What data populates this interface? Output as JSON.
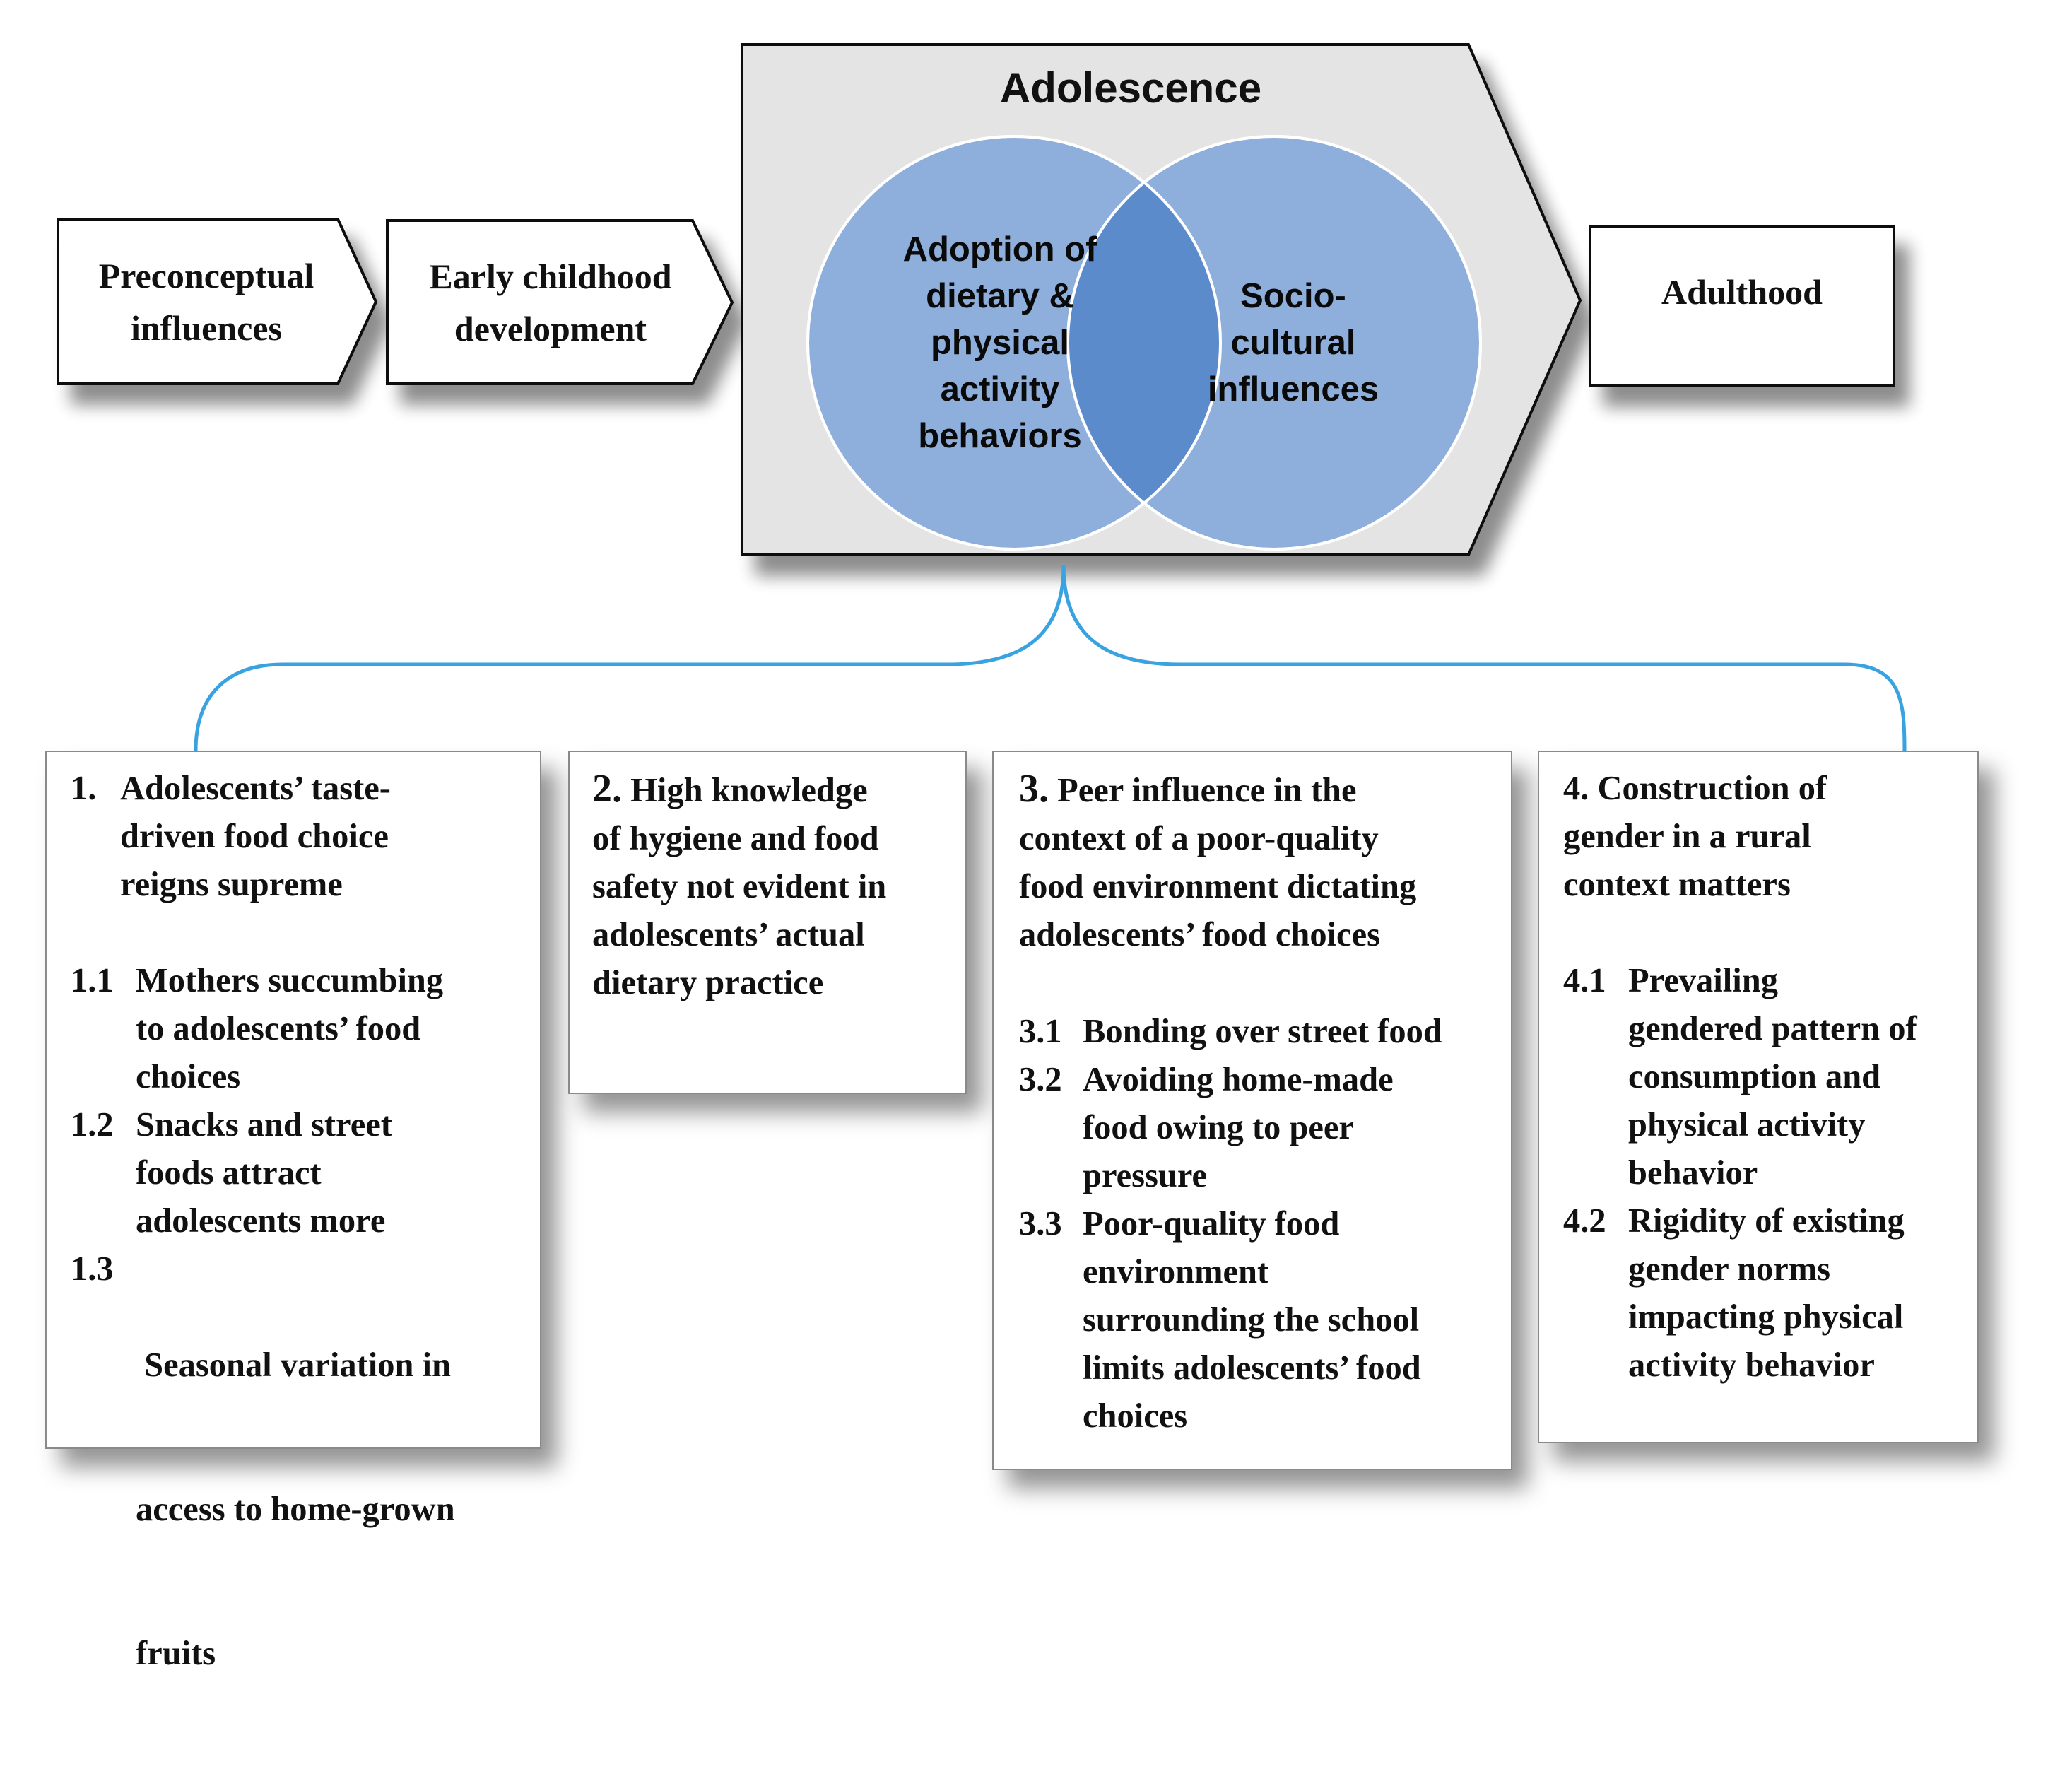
{
  "stages": {
    "preconceptual": [
      "Preconceptual",
      "influences"
    ],
    "early_childhood": [
      "Early childhood",
      "development"
    ],
    "adolescence_title": "Adolescence",
    "adulthood": "Adulthood"
  },
  "circles": {
    "left": [
      "Adoption of",
      "dietary &",
      "physical",
      "activity",
      "behaviors"
    ],
    "right": [
      "Socio-",
      "cultural",
      "influences"
    ]
  },
  "colors": {
    "circle_fill": "#8eaedc",
    "circle_overlap": "#5b8bcb",
    "circle_stroke": "#ffffff",
    "adolescence_fill": "#e4e4e4",
    "brace_line": "#39a2e0"
  },
  "themes": [
    {
      "number": "1.",
      "title": [
        "Adolescents’ taste-",
        "driven food choice",
        "reigns supreme"
      ],
      "subthemes": [
        {
          "number": "1.1",
          "lines": [
            "Mothers succumbing",
            "to adolescents’ food",
            "choices"
          ]
        },
        {
          "number": "1.2",
          "lines": [
            "Snacks and street",
            "foods attract",
            "adolescents more"
          ]
        },
        {
          "number": "1.3",
          "lines": [
            " Seasonal variation in",
            "access to home-grown",
            "fruits"
          ]
        }
      ]
    },
    {
      "number": "2.",
      "title": [
        "High knowledge",
        "of hygiene and food",
        "safety not evident in",
        "adolescents’ actual",
        "dietary practice"
      ],
      "subthemes": []
    },
    {
      "number": "3.",
      "title": [
        "Peer influence in the",
        "context of a poor-quality",
        "food environment dictating",
        "adolescents’ food choices"
      ],
      "subthemes": [
        {
          "number": "3.1",
          "lines": [
            "Bonding over street food"
          ]
        },
        {
          "number": "3.2",
          "lines": [
            "Avoiding home-made",
            "food owing to peer",
            "pressure"
          ]
        },
        {
          "number": "3.3",
          "lines": [
            "Poor-quality food",
            "environment",
            "surrounding the school",
            "limits adolescents’ food",
            "choices"
          ]
        }
      ]
    },
    {
      "number": "4.",
      "title": [
        "Construction of",
        "gender in a rural",
        "context matters"
      ],
      "subthemes": [
        {
          "number": "4.1",
          "lines": [
            "Prevailing",
            "gendered pattern of",
            "consumption and",
            "physical activity",
            "behavior"
          ]
        },
        {
          "number": "4.2",
          "lines": [
            "Rigidity of existing",
            "gender norms",
            "impacting physical",
            "activity behavior"
          ]
        }
      ]
    }
  ]
}
